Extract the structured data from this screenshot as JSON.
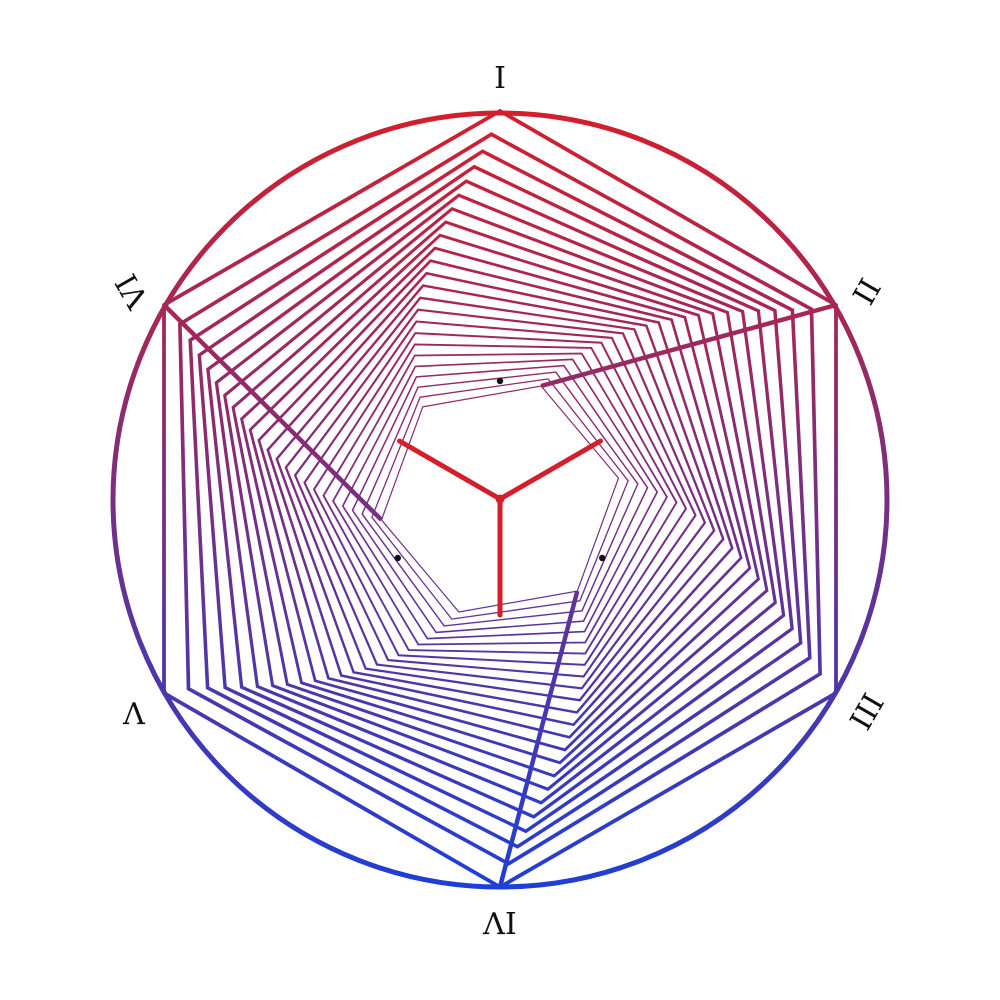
{
  "vertex_labels": [
    "I",
    "II",
    "III",
    "IV",
    "V",
    "VI"
  ],
  "colors": {
    "warm": "#d41f2a",
    "cool": "#1d3fd8",
    "spokes": "#d41f2a",
    "dots": "#111111",
    "background": "#ffffff"
  },
  "rings": {
    "count": 24,
    "inner_to_outer_radius_ratio": 0.31,
    "total_twist_degrees": 40
  },
  "spokes": {
    "count": 3
  },
  "dots": {
    "count": 3
  }
}
